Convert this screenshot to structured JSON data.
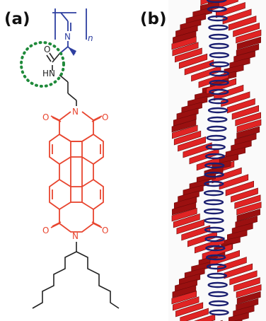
{
  "panels": {
    "a": {
      "label": "(a)"
    },
    "b": {
      "label": "(b)"
    }
  },
  "atoms": {
    "polymer_n": "N",
    "repeat_n": "n",
    "amide_o": "O",
    "amide_hn": "HN",
    "imide_n_top": "N",
    "imide_o_top_left": "O",
    "imide_o_top_right": "O",
    "imide_n_bottom": "N",
    "imide_o_bottom_left": "O",
    "imide_o_bottom_right": "O"
  },
  "colors": {
    "polymer_backbone": "#2e3fa0",
    "perylene": "#e8452f",
    "highlight_circle": "#1f8a3a",
    "helix_red": "#d41d1d",
    "helix_red_dark": "#8e0c0c",
    "helix_blue": "#1b1f70"
  }
}
